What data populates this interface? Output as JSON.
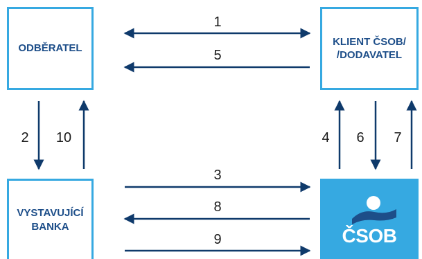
{
  "boxes": {
    "odberatel": "ODBĚRATEL",
    "klient": "KLIENT ČSOB/\n/DODAVATEL",
    "banka": "VYSTAVUJÍCÍ\nBANKA",
    "csob_logo_text": "ČSOB"
  },
  "arrows": {
    "a1": "1",
    "a2": "2",
    "a3": "3",
    "a4": "4",
    "a5": "5",
    "a6": "6",
    "a7": "7",
    "a8": "8",
    "a9": "9",
    "a10": "10"
  },
  "colors": {
    "box_border": "#36a9e1",
    "box_text": "#1d4e89",
    "arrow": "#0f3a6b",
    "logo_bg": "#36a9e1"
  }
}
